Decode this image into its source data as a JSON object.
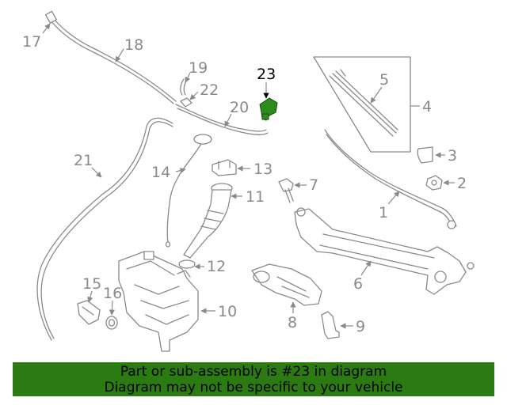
{
  "diagram": {
    "highlighted_part": "23",
    "highlight_color": "#2e8b1e",
    "callouts": [
      "1",
      "2",
      "3",
      "4",
      "5",
      "6",
      "7",
      "8",
      "9",
      "10",
      "11",
      "12",
      "13",
      "14",
      "15",
      "16",
      "17",
      "18",
      "19",
      "20",
      "21",
      "22",
      "23"
    ]
  },
  "banner": {
    "line1": "Part or sub-assembly is #23 in diagram",
    "line2": "Diagram may not be specific to your vehicle",
    "background": "#2c7a12"
  }
}
